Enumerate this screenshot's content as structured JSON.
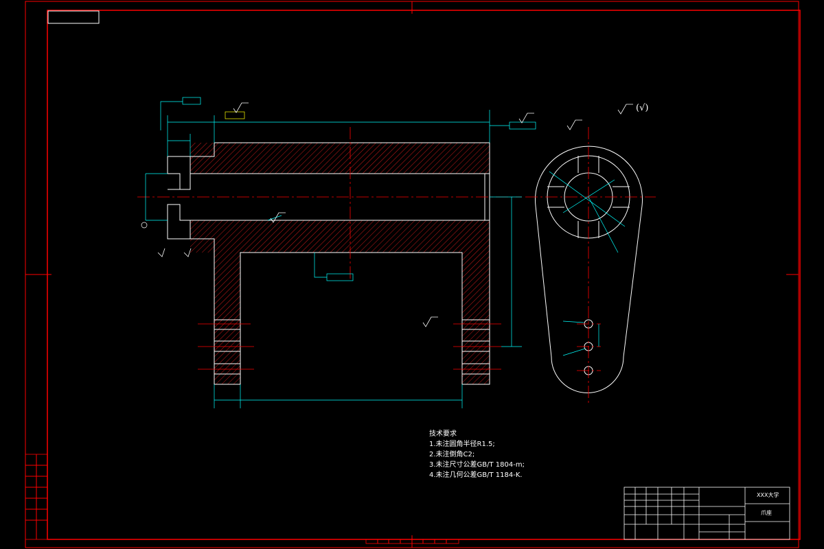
{
  "tech_requirements": {
    "title": "技术要求",
    "items": [
      "1.未注圆角半径R1.5;",
      "2.未注倒角C2;",
      "3.未注尺寸公差GB/T 1804-m;",
      "4.未注几何公差GB/T 1184-K."
    ]
  },
  "title_block": {
    "school": "XXX大学",
    "part_name": "爪座"
  },
  "roughness_note": "(√)",
  "colors": {
    "frame": "#ff0000",
    "outline": "#ffffff",
    "dimension": "#00ffff",
    "hatch": "#ff0000",
    "centerline": "#ff0000",
    "annotation": "#ffff00"
  }
}
